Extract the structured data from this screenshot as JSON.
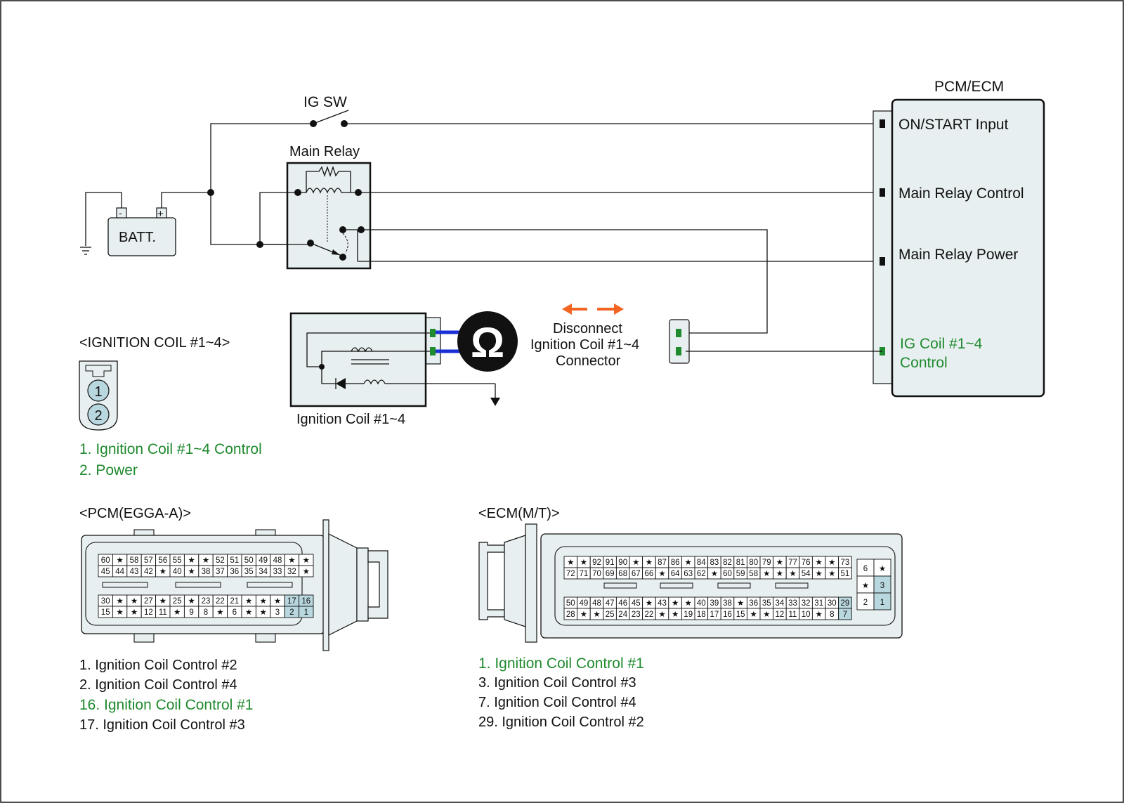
{
  "diagram": {
    "ig_sw": "IG SW",
    "main_relay": "Main Relay",
    "battery": "BATT.",
    "battery_neg": "-",
    "battery_pos": "+",
    "pcm_ecm_title": "PCM/ECM",
    "pcm_pins": [
      "ON/START Input",
      "Main Relay Control",
      "Main Relay Power"
    ],
    "ig_coil_control_l1": "IG Coil #1~4",
    "ig_coil_control_l2": "Control",
    "ignition_coil_label": "Ignition Coil #1~4",
    "ohm_symbol": "Ω",
    "disconnect_l1": "Disconnect",
    "disconnect_l2": "Ignition Coil #1~4",
    "disconnect_l3": "Connector",
    "accent_green": "#1f8a2e",
    "accent_orange": "#f26522",
    "accent_blue": "#1a2fd6"
  },
  "coil_connector": {
    "title": "<IGNITION COIL #1~4>",
    "pin1": "1",
    "pin2": "2",
    "legend": [
      "1. Ignition Coil #1~4 Control",
      "2. Power"
    ]
  },
  "pcm_connector": {
    "title": "<PCM(EGGA-A)>",
    "row1": [
      "60",
      "★",
      "58",
      "57",
      "56",
      "55",
      "★",
      "★",
      "52",
      "51",
      "50",
      "49",
      "48",
      "★",
      "★"
    ],
    "row2": [
      "45",
      "44",
      "43",
      "42",
      "★",
      "40",
      "★",
      "38",
      "37",
      "36",
      "35",
      "34",
      "33",
      "32",
      "★"
    ],
    "row3": [
      "30",
      "★",
      "★",
      "27",
      "★",
      "25",
      "★",
      "23",
      "22",
      "21",
      "★",
      "★",
      "★",
      "17",
      "16"
    ],
    "row4": [
      "15",
      "★",
      "★",
      "12",
      "11",
      "★",
      "9",
      "8",
      "★",
      "6",
      "★",
      "★",
      "3",
      "2",
      "1"
    ],
    "legend": [
      "1. Ignition Coil Control #2",
      "2. Ignition Coil Control #4",
      "16. Ignition Coil Control #1",
      "17. Ignition Coil Control #3"
    ]
  },
  "ecm_connector": {
    "title": "<ECM(M/T)>",
    "row1": [
      "★",
      "★",
      "92",
      "91",
      "90",
      "★",
      "★",
      "87",
      "86",
      "★",
      "84",
      "83",
      "82",
      "81",
      "80",
      "79",
      "★",
      "77",
      "76",
      "★",
      "★",
      "73"
    ],
    "row2": [
      "72",
      "71",
      "70",
      "69",
      "68",
      "67",
      "66",
      "★",
      "64",
      "63",
      "62",
      "★",
      "60",
      "59",
      "58",
      "★",
      "★",
      "★",
      "54",
      "★",
      "★",
      "51"
    ],
    "row3": [
      "50",
      "49",
      "48",
      "47",
      "46",
      "45",
      "★",
      "43",
      "★",
      "★",
      "40",
      "39",
      "38",
      "★",
      "36",
      "35",
      "34",
      "33",
      "32",
      "31",
      "30",
      "29"
    ],
    "row4": [
      "28",
      "★",
      "★",
      "25",
      "24",
      "23",
      "22",
      "★",
      "★",
      "19",
      "18",
      "17",
      "16",
      "15",
      "★",
      "★",
      "12",
      "11",
      "10",
      "★",
      "8",
      "7"
    ],
    "small": [
      "6",
      "★",
      "★",
      "3",
      "2",
      "1"
    ],
    "legend": [
      "1. Ignition Coil Control #1",
      "3. Ignition Coil Control #3",
      "7. Ignition Coil Control #4",
      "29. Ignition Coil Control #2"
    ]
  }
}
